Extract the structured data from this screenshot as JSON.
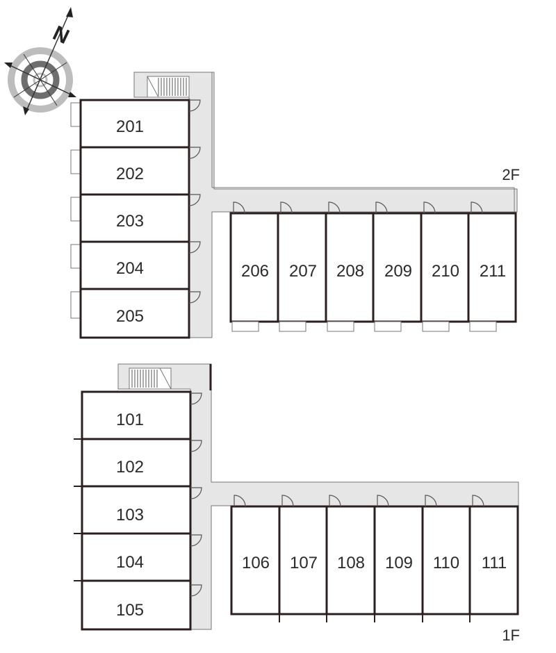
{
  "compass": {
    "letter": "N",
    "icon": "compass-icon"
  },
  "colors": {
    "walkway": "#e6e6e6",
    "wall": "#2b1f1f",
    "line": "#777777"
  },
  "floors": [
    {
      "label": "2F",
      "west_rooms": [
        "201",
        "202",
        "203",
        "204",
        "205"
      ],
      "east_rooms": [
        "206",
        "207",
        "208",
        "209",
        "210",
        "211"
      ]
    },
    {
      "label": "1F",
      "west_rooms": [
        "101",
        "102",
        "103",
        "104",
        "105"
      ],
      "east_rooms": [
        "106",
        "107",
        "108",
        "109",
        "110",
        "111"
      ]
    }
  ]
}
